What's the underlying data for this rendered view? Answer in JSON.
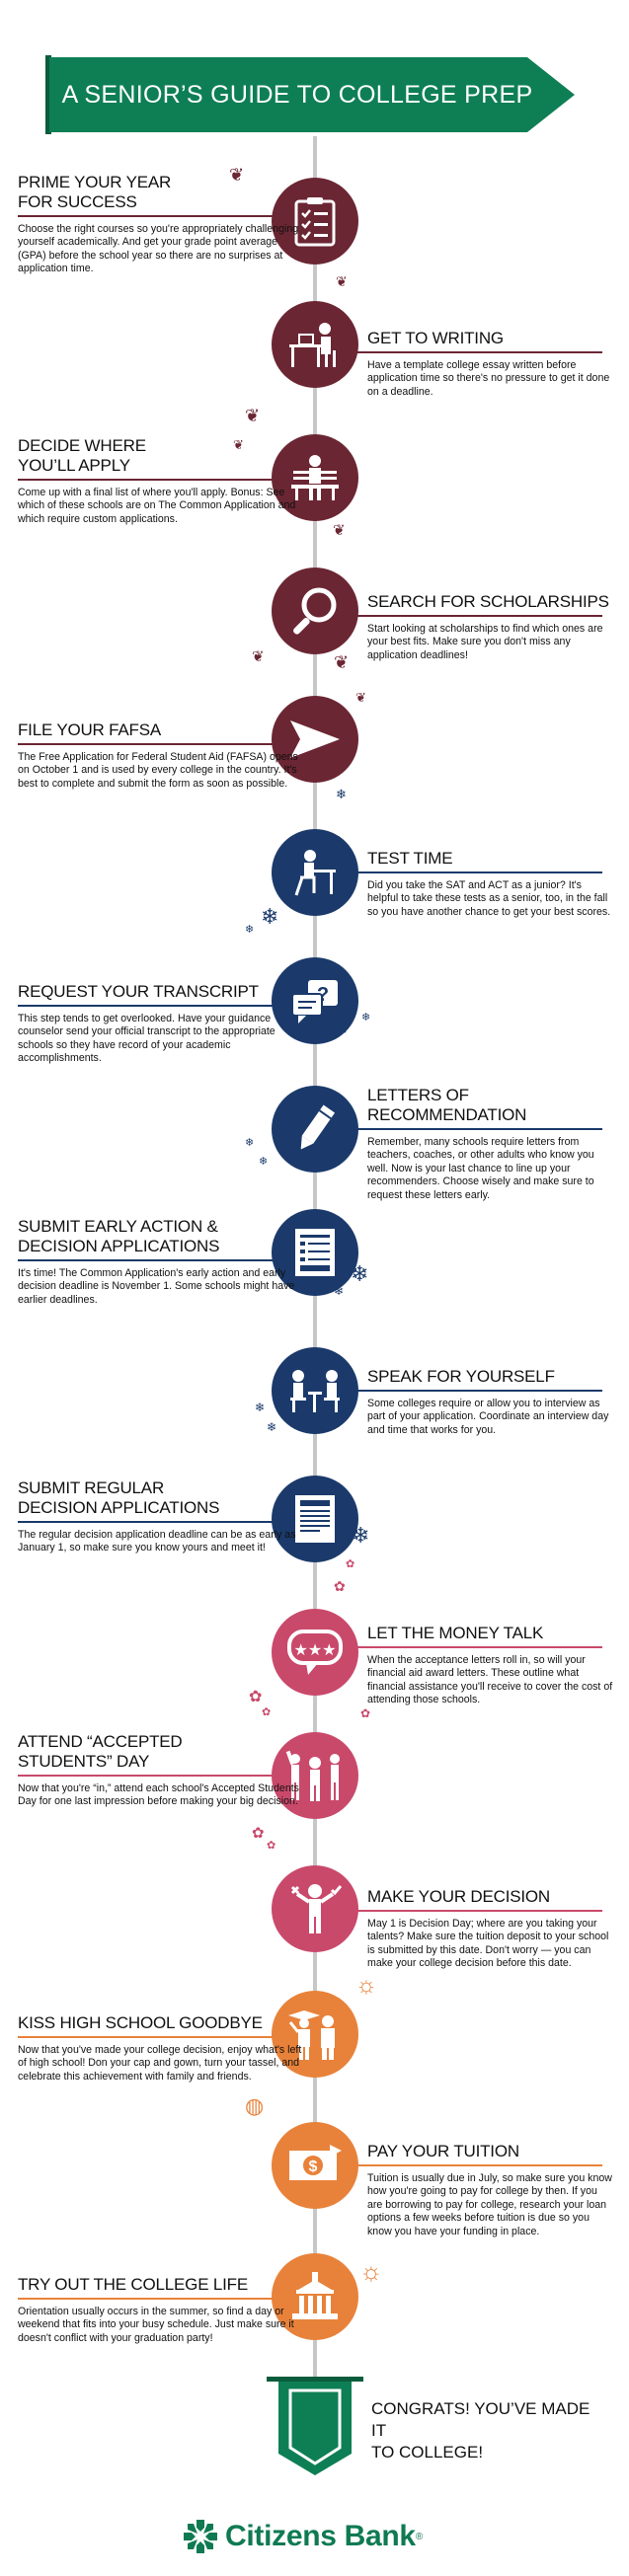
{
  "banner": {
    "title": "A SENIOR’S GUIDE TO COLLEGE PREP"
  },
  "colors": {
    "green": "#0e7f54",
    "maroon": "#6b2633",
    "navy": "#1b3a6b",
    "pink": "#c9496b",
    "orange": "#e8823a"
  },
  "steps": [
    {
      "title_lines": [
        "PRIME YOUR YEAR",
        "FOR SUCCESS"
      ],
      "body": "Choose the right courses so you're appropriately challenging yourself academically. And get your grade point average (GPA) before the school year so there are no surprises at application time.",
      "icon": "checklist-icon"
    },
    {
      "title_lines": [
        "GET TO WRITING"
      ],
      "body": "Have a template college essay written before application time so there's no pressure to get it done on a deadline.",
      "icon": "writing-desk-icon"
    },
    {
      "title_lines": [
        "DECIDE WHERE",
        "YOU’LL APPLY"
      ],
      "body": "Come up with a final list of where you'll apply. Bonus: See which of these schools are on The Common Application and which require custom applications.",
      "icon": "bench-icon"
    },
    {
      "title_lines": [
        "SEARCH FOR SCHOLARSHIPS"
      ],
      "body": "Start looking at scholarships to find which ones are your best fits. Make sure you don't miss any application deadlines!",
      "icon": "magnifier-icon"
    },
    {
      "title_lines": [
        "FILE YOUR FAFSA"
      ],
      "body": "The Free Application for Federal Student Aid (FAFSA) opens on October 1 and is used by every college in the country. It's best to complete and submit the form as soon as possible.",
      "icon": "paper-plane-icon"
    },
    {
      "title_lines": [
        "TEST TIME"
      ],
      "body": "Did you take the SAT and ACT as a junior? It's helpful to take these tests as a senior, too, in the fall so you have another chance to get your best scores.",
      "icon": "test-taker-icon"
    },
    {
      "title_lines": [
        "REQUEST YOUR TRANSCRIPT"
      ],
      "body": "This step tends to get overlooked. Have your guidance counselor send your official transcript to the appropriate schools so they have record of your academic accomplishments.",
      "icon": "question-bubble-icon"
    },
    {
      "title_lines": [
        "LETTERS OF",
        "RECOMMENDATION"
      ],
      "body": "Remember, many schools require letters from teachers, coaches, or other adults who know you well. Now is your last chance to line up your recommenders. Choose wisely and make sure to request these letters early.",
      "icon": "pencil-icon"
    },
    {
      "title_lines": [
        "SUBMIT EARLY ACTION &",
        "DECISION APPLICATIONS"
      ],
      "body": "It's time! The Common Application's early action and early decision deadline is November 1. Some schools might have earlier deadlines.",
      "icon": "form-icon"
    },
    {
      "title_lines": [
        "SPEAK FOR YOURSELF"
      ],
      "body": "Some colleges require or allow you to interview as part of your application. Coordinate an interview day and time that works for you.",
      "icon": "interview-icon"
    },
    {
      "title_lines": [
        "SUBMIT REGULAR",
        "DECISION APPLICATIONS"
      ],
      "body": "The regular decision application deadline can be as early as January 1, so make sure you know yours and meet it!",
      "icon": "document-icon"
    },
    {
      "title_lines": [
        "LET THE MONEY TALK"
      ],
      "body": "When the acceptance letters roll in, so will your financial aid award letters. These outline what financial assistance you'll receive to cover the cost of attending those schools.",
      "icon": "rating-bubble-icon"
    },
    {
      "title_lines": [
        "ATTEND “ACCEPTED",
        "STUDENTS” DAY"
      ],
      "body": "Now that you're “in,” attend each school's Accepted Students Day for one last impression before making your big decision.",
      "icon": "group-icon"
    },
    {
      "title_lines": [
        "MAKE YOUR DECISION"
      ],
      "body": "May 1 is Decision Day; where are you taking your talents? Make sure the tuition deposit to your school is submitted by this date. Don't worry — you can make your college decision before this date.",
      "icon": "decision-person-icon"
    },
    {
      "title_lines": [
        "KISS HIGH SCHOOL GOODBYE"
      ],
      "body": "Now that you've made your college decision, enjoy what's left of high school! Don your cap and gown, turn your tassel, and celebrate this achievement with family and friends.",
      "icon": "graduates-icon"
    },
    {
      "title_lines": [
        "PAY YOUR TUITION"
      ],
      "body": "Tuition is usually due in July, so make sure you know how you're going to pay for college by then. If you are borrowing to pay for college, research your loan options a few weeks before tuition is due so you know you have your funding in place.",
      "icon": "money-icon"
    },
    {
      "title_lines": [
        "TRY OUT THE COLLEGE LIFE"
      ],
      "body": "Orientation usually occurs in the summer, so find a day or weekend that fits into your busy schedule. Just make sure it doesn't conflict with your graduation party!",
      "icon": "college-building-icon"
    }
  ],
  "finale": {
    "lines": [
      "CONGRATS! YOU’VE MADE IT",
      "TO COLLEGE!"
    ]
  },
  "logo": {
    "text": "Citizens Bank",
    "mark": "®"
  }
}
